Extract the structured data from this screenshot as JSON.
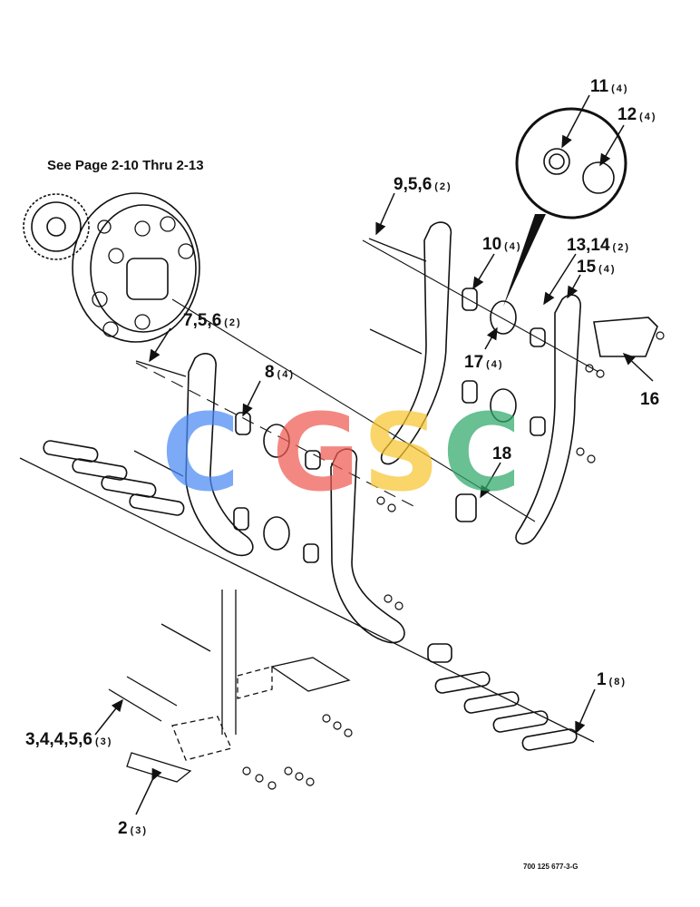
{
  "reference_text": "See Page 2-10 Thru 2-13",
  "drawing_code": "700 125 677-3-G",
  "watermark": {
    "letters": [
      "C",
      "G",
      "S",
      "C"
    ],
    "colors": [
      "#4a8af4",
      "#ef5b53",
      "#f7c531",
      "#2fa86a"
    ]
  },
  "callouts": [
    {
      "id": "c1",
      "number": "1",
      "qty": "(8)"
    },
    {
      "id": "c2",
      "number": "2",
      "qty": "(3)"
    },
    {
      "id": "c3",
      "number": "3,4,4,5,6",
      "qty": "(3)"
    },
    {
      "id": "c7",
      "number": "7,5,6",
      "qty": "(2)"
    },
    {
      "id": "c8",
      "number": "8",
      "qty": "(4)"
    },
    {
      "id": "c9",
      "number": "9,5,6",
      "qty": "(2)"
    },
    {
      "id": "c10",
      "number": "10",
      "qty": "(4)"
    },
    {
      "id": "c11",
      "number": "11",
      "qty": "(4)"
    },
    {
      "id": "c12",
      "number": "12",
      "qty": "(4)"
    },
    {
      "id": "c13",
      "number": "13,14",
      "qty": "(2)"
    },
    {
      "id": "c15",
      "number": "15",
      "qty": "(4)"
    },
    {
      "id": "c16",
      "number": "16",
      "qty": ""
    },
    {
      "id": "c17",
      "number": "17",
      "qty": "(4)"
    },
    {
      "id": "c18",
      "number": "18",
      "qty": ""
    }
  ]
}
